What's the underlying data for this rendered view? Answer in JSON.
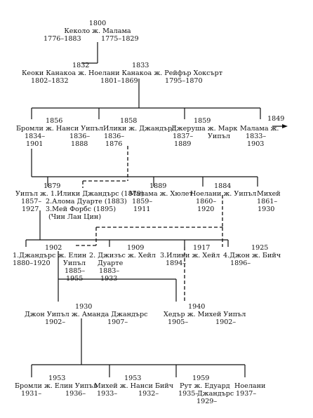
{
  "gen1": {
    "year": "1800",
    "couple": "Кеколо ж. Малама",
    "dates_left": "1776–1883",
    "dates_right": "1775–1829"
  },
  "gen2": {
    "year_a": "1832",
    "year_b": "1833",
    "couple": "Кеоки Канакоа ж. Ноелани Канакоа ж. Рейфър Хоксърт",
    "dates_keoki": "1802–1832",
    "dates_noelani": "1801–1869",
    "dates_rayfer": "1795–1870"
  },
  "gen3": {
    "year_1856": "1856",
    "year_1858": "1858",
    "year_1859": "1859",
    "year_1849": "1849",
    "bromli": "Бромли ж. Нанси Уипъл",
    "bromli_birth": "1834–",
    "bromli_death": "1901",
    "nansi_dates": "1836–",
    "nansi_death": "1888",
    "iliki": "Илики ж. Джандърс",
    "iliki_dates": "1836–",
    "iliki_death": "1876",
    "jerusha": "Джеруша ж. Марк",
    "mark_surname": "Уипъл",
    "jerusha_dates": "1837–",
    "jerusha_death": "1889",
    "malama": "Малама ж.",
    "malama_dates": "1833–",
    "malama_death": "1903"
  },
  "gen4": {
    "year_1879": "1879",
    "year_1889": "1889",
    "year_1884": "1884",
    "whipple": "Уипъл ж. 1.Илики Джандърс (1879)",
    "whipple_wife2": "2.Алома Дуарте (1883)",
    "whipple_wife3": "3.Мей Форбс (1895)",
    "whipple_wife3_name": "(Чин Лан Цин)",
    "whipple_birth": "1857–",
    "whipple_death": "1927",
    "malama_hewlett": "Малама ж. Хюлет",
    "malama_hewlett_dates": "1859–",
    "malama_hewlett_death": "1911",
    "noelani_whipple": "Ноелани ж. Уипъл",
    "noelani_dates": "1860–",
    "noelani_death": "1920",
    "mihey": "Михей",
    "mihey_dates": "1861–",
    "mihey_death": "1930"
  },
  "gen5": {
    "year_1902": "1902",
    "year_1909": "1909",
    "year_1917": "1917",
    "year_1925": "1925",
    "janders_elin": "1.Джандърс ж. Елин",
    "janders_dates": "1880–1920",
    "elin_surname": "Уипъл",
    "elin_birth": "1885–",
    "elin_death": "1955",
    "jizas": "2. Джизъс ж. Хейл",
    "jizas_surname": "Дуарте",
    "jizas_birth": "1883–",
    "jizas_death": "1933",
    "iliki_hale": "3.Илики ж. Хейл",
    "iliki_hale_dates": "1894–",
    "john_bich": "4.Джон ж. Бийч",
    "john_bich_dates": "1896–"
  },
  "gen6": {
    "year_1930": "1930",
    "year_1940": "1940",
    "john_amanda": "Джон Уипъл ж. Аманда Джандърс",
    "john_dates": "1902–",
    "amanda_dates": "1907–",
    "hedar_mihey": "Хедър ж. Михей Уипъл",
    "hedar_dates": "1905–",
    "mihey_whipple_dates": "1902–"
  },
  "gen7": {
    "year_1953a": "1953",
    "year_1953b": "1953",
    "year_1959": "1959",
    "bromli_elin": "Бромли ж. Елин Уипъл",
    "bromli_dates": "1931–",
    "elin_dates": "1936–",
    "mihey_nansi": "Михей ж. Нанси Бийч",
    "mihey_dates": "1933–",
    "nansi_dates": "1932–",
    "rut_edward": "Рут ж. Едуард",
    "edward_surname": "Джандърс",
    "rut_dates": "1935–",
    "edward_dates": "1929–",
    "noelani": "Ноелани",
    "noelani_dates": "1937–"
  }
}
